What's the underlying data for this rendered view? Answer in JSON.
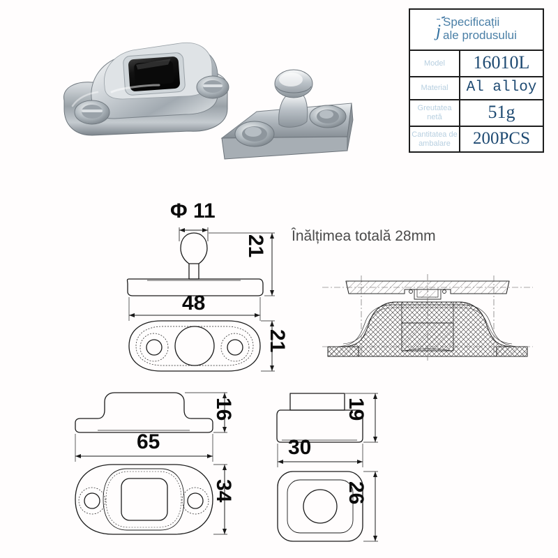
{
  "page": {
    "background_color": "#fffdfd",
    "product_type": "cabinet door catch / latch hardware set"
  },
  "spec_table": {
    "title_line1": "Specificații",
    "title_line2": "ale produsului",
    "title_mark": "j",
    "border_color": "#1d1d1d",
    "label_color": "#b7cfe0",
    "value_color": "#1e4a72",
    "title_color": "#4a7fa6",
    "rows": [
      {
        "label": "Model",
        "value": "16010L"
      },
      {
        "label": "Material",
        "value": "Al alloy"
      },
      {
        "label": "Greutatea netă",
        "value": "51g"
      },
      {
        "label": "Cantitatea de ambalare",
        "value": "200PCS"
      }
    ]
  },
  "notes": {
    "total_height": "Înălțimea totală 28mm"
  },
  "drawings": {
    "striker_front": {
      "dim_diameter": "Φ 11",
      "dim_height": "21"
    },
    "striker_plate_plan": {
      "dim_width": "48",
      "dim_height": "21"
    },
    "catch_side": {
      "dim_height": "16"
    },
    "catch_plan": {
      "dim_width": "65",
      "dim_height": "34"
    },
    "striker_side": {
      "dim_width": "30",
      "dim_height": "19"
    },
    "striker_plan": {
      "dim_height": "26"
    }
  },
  "chart_data": {
    "type": "table",
    "title": "Specificații ale produsului",
    "categories": [
      "Model",
      "Material",
      "Greutatea netă",
      "Cantitatea de ambalare"
    ],
    "values": [
      "16010L",
      "Al alloy",
      "51g",
      "200PCS"
    ],
    "dimensions_mm": {
      "diameter_knob": 11,
      "striker_height": 21,
      "striker_plate_length": 48,
      "striker_plate_width": 21,
      "catch_body_height": 16,
      "catch_length": 65,
      "catch_width": 34,
      "striker_block_width": 30,
      "striker_block_height": 19,
      "striker_block_depth": 26,
      "total_height": 28
    }
  }
}
